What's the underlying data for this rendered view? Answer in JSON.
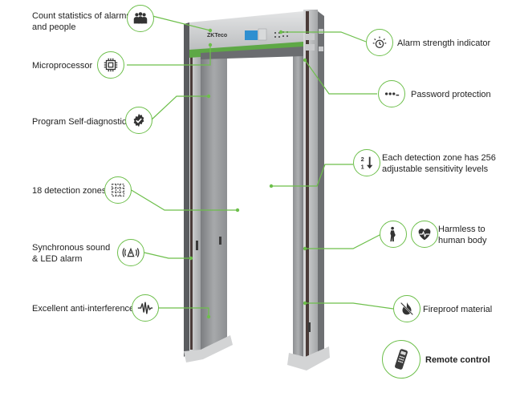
{
  "brand": {
    "logo_text": "ZKTeco",
    "accent": "#6dbf4b",
    "line_color": "#6dbf4b"
  },
  "features": {
    "count_statistics": "Count statistics of alarms\nand people",
    "microprocessor": "Microprocessor",
    "self_diagnostic": "Program Self-diagnostic",
    "detection_zones": "18 detection zones",
    "sync_alarm": "Synchronous sound\n& LED alarm",
    "anti_interference": "Excellent anti-interference",
    "alarm_strength": "Alarm strength indicator",
    "password_protection": "Password protection",
    "sensitivity_levels": "Each detection zone has 256\nadjustable sensitivity levels",
    "harmless": "Harmless to\nhuman body",
    "fireproof": "Fireproof material",
    "remote_control": "Remote control"
  },
  "icons": {
    "count_statistics": "people-group-icon",
    "microprocessor": "chip-icon",
    "self_diagnostic": "gear-check-icon",
    "detection_zones": "grid-zones-icon",
    "sync_alarm": "alarm-sound-icon",
    "anti_interference": "waveform-icon",
    "alarm_strength": "alarm-bell-icon",
    "password_protection": "password-dots-icon",
    "sensitivity_levels": "sort-numbers-icon",
    "harmless_body": "pregnant-person-icon",
    "harmless_heart": "heart-pulse-icon",
    "fireproof": "no-fire-icon",
    "remote_control": "remote-control-icon"
  }
}
